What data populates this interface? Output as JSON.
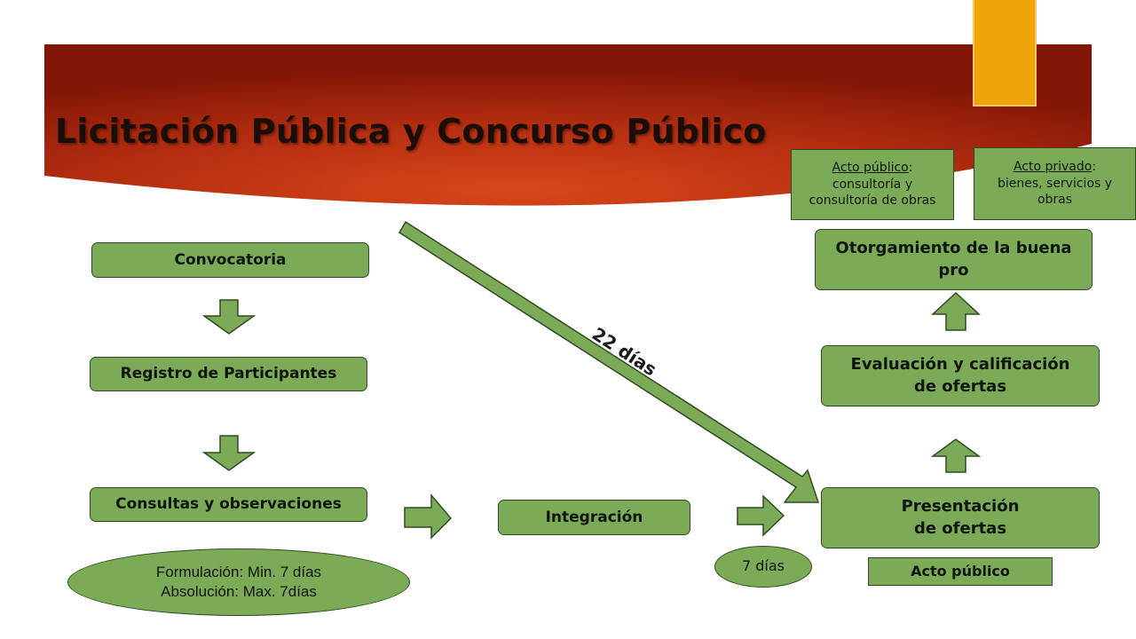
{
  "slide": {
    "title": "Licitación Pública y Concurso Público"
  },
  "left_column": {
    "convocatoria": "Convocatoria",
    "registro": "Registro de Participantes",
    "consultas": "Consultas y observaciones",
    "formulacion": "Formulación: Min. 7 días",
    "absolucion": "Absolución: Max. 7días"
  },
  "middle": {
    "integracion": "Integración",
    "siete_dias": "7 días",
    "veintidos_dias": "22 días"
  },
  "right_column": {
    "acto_publico_note": {
      "label": "Acto público",
      "text": "consultoría y consultoría de obras"
    },
    "acto_privado_note": {
      "label": "Acto privado",
      "text": "bienes, servicios y obras"
    },
    "otorgamiento": "Otorgamiento de la buena pro",
    "evaluacion": "Evaluación y calificación de ofertas",
    "presentacion": "Presentación de ofertas",
    "acto_publico": "Acto público"
  },
  "colors": {
    "box_fill": "#7cab58",
    "box_border": "#324a22",
    "banner_dark": "#8a1a08",
    "banner_light": "#d24418",
    "accent": "#f0a30a"
  }
}
